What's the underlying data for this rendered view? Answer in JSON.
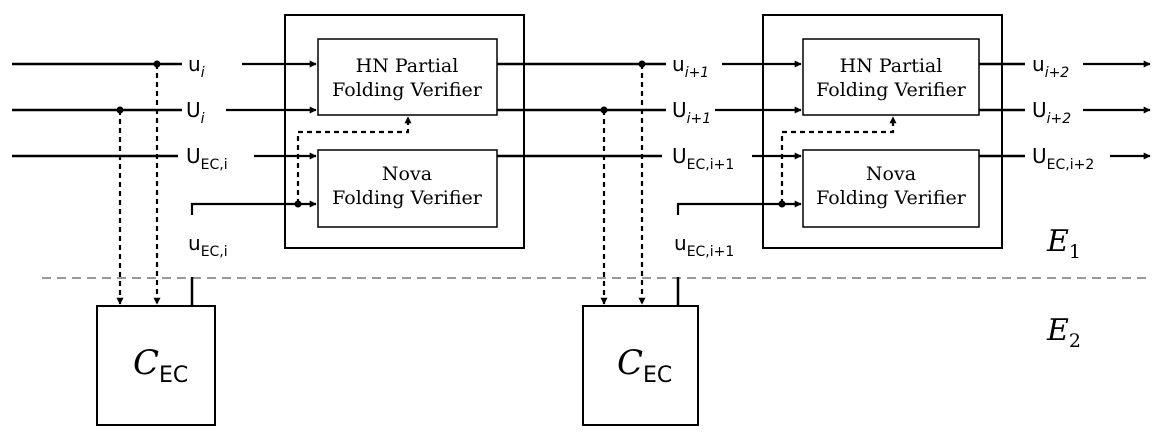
{
  "stage1": {
    "hn_line1": "HN Partial",
    "hn_line2": "Folding Verifier",
    "nova_line1": "Nova",
    "nova_line2": "Folding Verifier",
    "in_u": {
      "base": "u",
      "sub": "i"
    },
    "in_U": {
      "base": "U",
      "sub": "i"
    },
    "in_UEC": {
      "base": "U",
      "sub": "EC,i"
    },
    "in_uEC": {
      "base": "u",
      "sub": "EC,i"
    },
    "cec": {
      "base": "C",
      "sub": "EC"
    }
  },
  "stage2": {
    "hn_line1": "HN Partial",
    "hn_line2": "Folding Verifier",
    "nova_line1": "Nova",
    "nova_line2": "Folding Verifier",
    "in_u": {
      "base": "u",
      "sub": "i+1"
    },
    "in_U": {
      "base": "U",
      "sub": "i+1"
    },
    "in_UEC": {
      "base": "U",
      "sub": "EC,i+1"
    },
    "in_uEC": {
      "base": "u",
      "sub": "EC,i+1"
    },
    "cec": {
      "base": "C",
      "sub": "EC"
    }
  },
  "outputs": {
    "out_u": {
      "base": "u",
      "sub": "i+2"
    },
    "out_U": {
      "base": "U",
      "sub": "i+2"
    },
    "out_UEC": {
      "base": "U",
      "sub": "EC,i+2"
    }
  },
  "environments": {
    "e1": {
      "base": "E",
      "sub": "1"
    },
    "e2": {
      "base": "E",
      "sub": "2"
    }
  }
}
